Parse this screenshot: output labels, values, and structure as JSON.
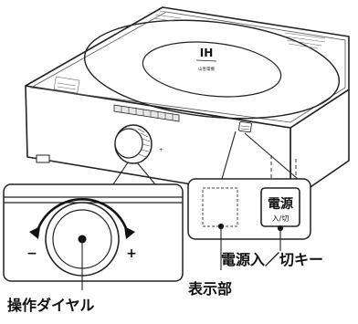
{
  "device": {
    "logo": "IH",
    "maker_mark": "山善電機"
  },
  "callouts": {
    "power_key_mark": "電源",
    "power_key_sub": "入/切",
    "power_key_label": "電源入／切キー",
    "display_label": "表示部",
    "dial_label": "操作ダイヤル",
    "minus": "−",
    "plus": "+"
  }
}
